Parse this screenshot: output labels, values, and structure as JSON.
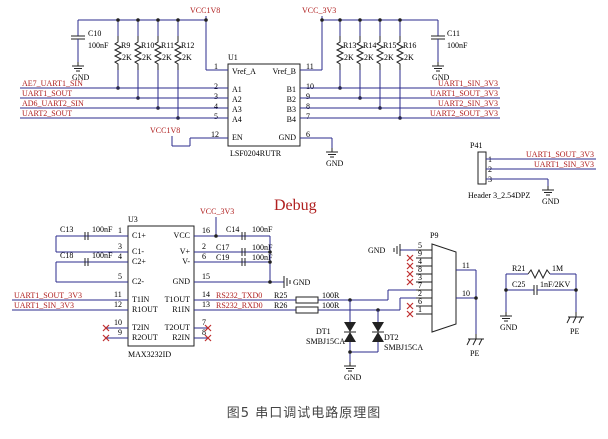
{
  "caption": "图5 串口调试电路原理图",
  "section_title": "Debug",
  "colors": {
    "wire": "#2b2b8c",
    "net_label": "#b02020",
    "body": "#222222",
    "junction": "#222222"
  },
  "u1": {
    "ref": "U1",
    "part": "LSF0204RUTR",
    "left_pins": [
      {
        "num": "1",
        "name": "Vref_A"
      },
      {
        "num": "2",
        "name": "A1"
      },
      {
        "num": "3",
        "name": "A2"
      },
      {
        "num": "4",
        "name": "A3"
      },
      {
        "num": "5",
        "name": "A4"
      },
      {
        "num": "12",
        "name": "EN"
      }
    ],
    "right_pins": [
      {
        "num": "11",
        "name": "Vref_B"
      },
      {
        "num": "10",
        "name": "B1"
      },
      {
        "num": "9",
        "name": "B2"
      },
      {
        "num": "8",
        "name": "B3"
      },
      {
        "num": "7",
        "name": "B4"
      },
      {
        "num": "6",
        "name": "GND"
      }
    ]
  },
  "u3": {
    "ref": "U3",
    "part": "MAX3232ID",
    "left_pins": [
      {
        "num": "1",
        "name": "C1+"
      },
      {
        "num": "3",
        "name": "C1-"
      },
      {
        "num": "4",
        "name": "C2+"
      },
      {
        "num": "5",
        "name": "C2-"
      },
      {
        "num": "11",
        "name": "T1IN"
      },
      {
        "num": "12",
        "name": "R1OUT"
      },
      {
        "num": "10",
        "name": "T2IN"
      },
      {
        "num": "9",
        "name": "R2OUT"
      }
    ],
    "right_pins": [
      {
        "num": "16",
        "name": "VCC"
      },
      {
        "num": "2",
        "name": "V+"
      },
      {
        "num": "6",
        "name": "V-"
      },
      {
        "num": "15",
        "name": "GND"
      },
      {
        "num": "14",
        "name": "T1OUT"
      },
      {
        "num": "13",
        "name": "R1IN"
      },
      {
        "num": "7",
        "name": "T2OUT"
      },
      {
        "num": "8",
        "name": "R2IN"
      }
    ]
  },
  "power": {
    "vcc1v8": "VCC1V8",
    "vcc3v3": "VCC_3V3",
    "gnd": "GND"
  },
  "resistors_left": [
    "R9",
    "R10",
    "R11",
    "R12"
  ],
  "resistors_right": [
    "R13",
    "R14",
    "R15",
    "R16"
  ],
  "resistor_value": "2K",
  "caps": {
    "c10": {
      "ref": "C10",
      "value": "100nF"
    },
    "c11": {
      "ref": "C11",
      "value": "100nF"
    },
    "c13": {
      "ref": "C13",
      "value": "100nF"
    },
    "c18": {
      "ref": "C18",
      "value": "100nF"
    },
    "c14": {
      "ref": "C14",
      "value": "100nF"
    },
    "c17": {
      "ref": "C17",
      "value": "100nF"
    },
    "c19": {
      "ref": "C19",
      "value": "100nF"
    },
    "c25": {
      "ref": "C25",
      "value": "1nF/2KV"
    }
  },
  "u1_left_nets": [
    "AE7_UART1_SIN",
    "UART1_SOUT",
    "AD6_UART2_SIN",
    "UART2_SOUT"
  ],
  "u1_right_nets": [
    "UART1_SIN_3V3",
    "UART1_SOUT_3V3",
    "UART2_SIN_3V3",
    "UART2_SOUT_3V3"
  ],
  "header": {
    "ref": "P41",
    "part": "Header 3_2.54DPZ",
    "pins": [
      "1",
      "2",
      "3"
    ],
    "nets": [
      "UART1_SOUT_3V3",
      "UART1_SIN_3V3"
    ]
  },
  "u3_nets": {
    "in1": "UART1_SOUT_3V3",
    "in2": "UART1_SIN_3V3",
    "txd": "RS232_TXD0",
    "rxd": "RS232_RXD0"
  },
  "r25": {
    "ref": "R25",
    "value": "100R"
  },
  "r26": {
    "ref": "R26",
    "value": "100R"
  },
  "r21": {
    "ref": "R21",
    "value": "1M"
  },
  "tvs": [
    {
      "ref": "DT1",
      "part": "SMBJ15CA"
    },
    {
      "ref": "DT2",
      "part": "SMBJ15CA"
    }
  ],
  "p9": {
    "ref": "P9",
    "pins": [
      "1",
      "2",
      "3",
      "4",
      "5",
      "6",
      "7",
      "8",
      "9",
      "10",
      "11"
    ]
  },
  "pe": "PE"
}
